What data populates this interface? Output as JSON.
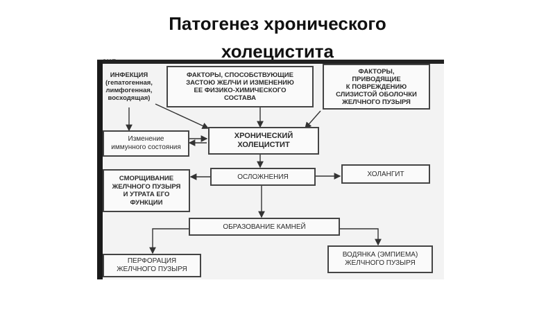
{
  "slide": {
    "title": "Патогенез хронического\nхолецистита"
  },
  "scan_header": "СХЕ",
  "diagram": {
    "infection": "ИНФЕКЦИЯ\n(гепатогенная,\nлимфогенная,\nвосходящая)",
    "factors_stasis": "ФАКТОРЫ, СПОСОБСТВУЮЩИЕ\nЗАСТОЮ ЖЕЛЧИ И ИЗМЕНЕНИЮ\nЕЕ ФИЗИКО-ХИМИЧЕСКОГО\nСОСТАВА",
    "factors_damage": "ФАКТОРЫ,\nПРИВОДЯЩИЕ\nК ПОВРЕЖДЕНИЮ\nСЛИЗИСТОЙ ОБОЛОЧКИ\nЖЕЛЧНОГО ПУЗЫРЯ",
    "immune_change": "Изменение\nиммунного состояния",
    "chronic_cholecystitis": "ХРОНИЧЕСКИЙ\nХОЛЕЦИСТИТ",
    "complications": "ОСЛОЖНЕНИЯ",
    "cholangitis": "ХОЛАНГИТ",
    "shrinkage": "СМОРЩИВАНИЕ\nЖЕЛЧНОГО ПУЗЫРЯ\nИ УТРАТА ЕГО\nФУНКЦИИ",
    "stone_formation": "ОБРАЗОВАНИЕ КАМНЕЙ",
    "perforation": "ПЕРФОРАЦИЯ\nЖЕЛЧНОГО ПУЗЫРЯ",
    "hydrops": "ВОДЯНКА (ЭМПИЕМА)\nЖЕЛЧНОГО ПУЗЫРЯ"
  }
}
